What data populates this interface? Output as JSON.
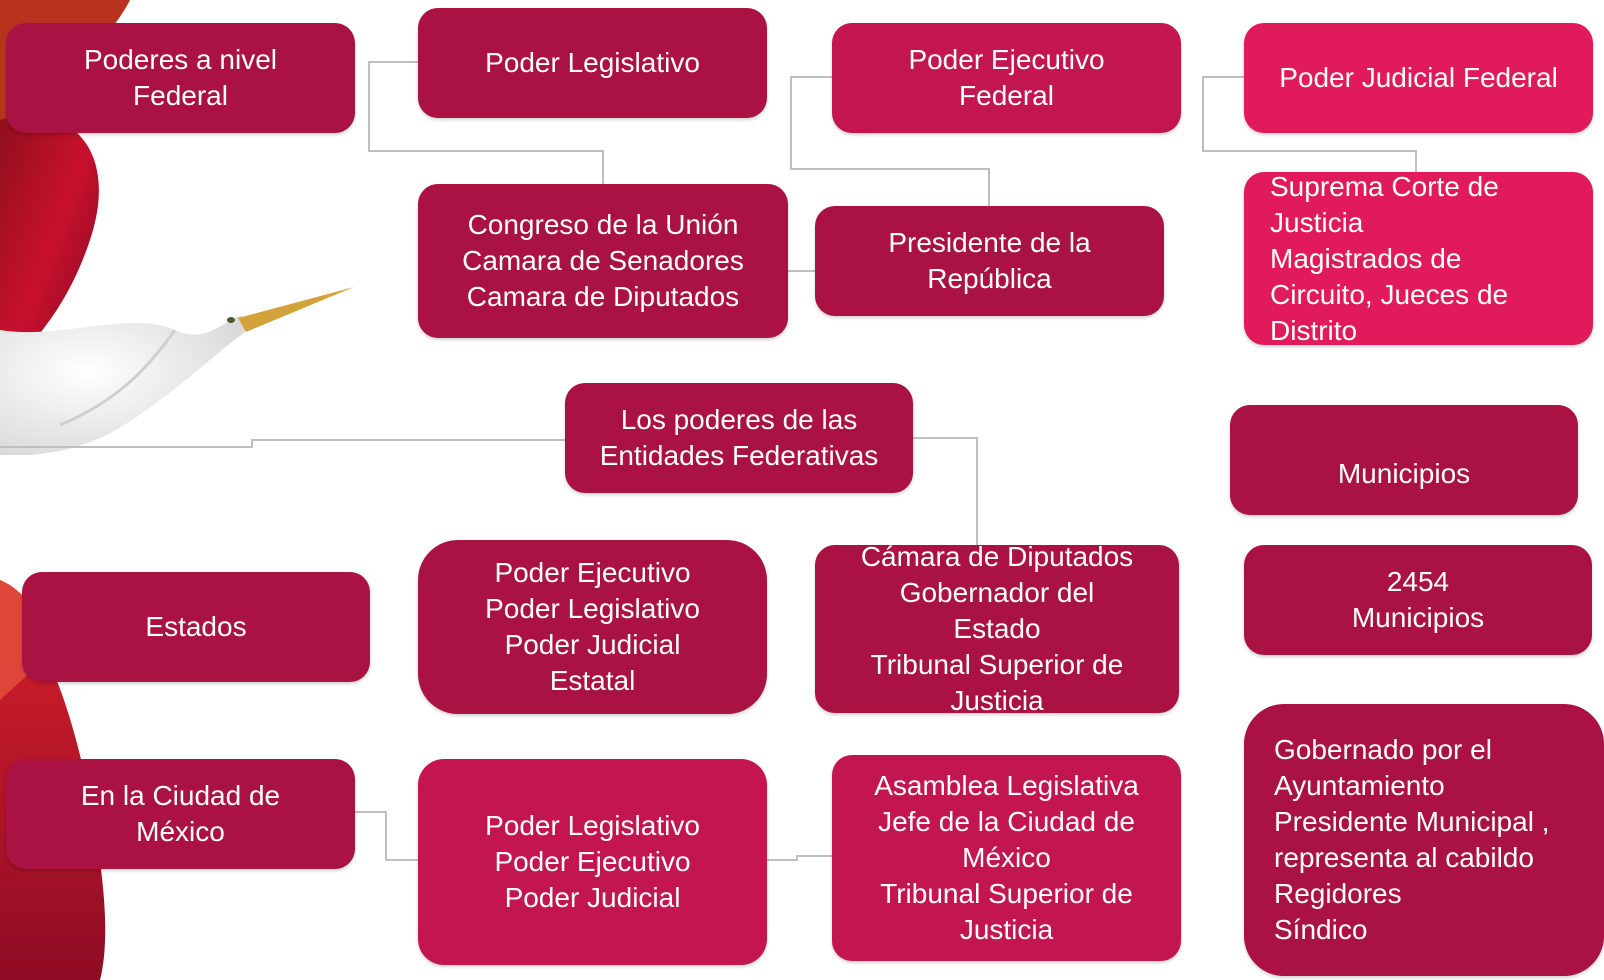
{
  "colors": {
    "box_dark": "#a91243",
    "box_mid": "#c31550",
    "box_pink": "#e11b5b",
    "connector": "#bfbfbf"
  },
  "decorations": [
    "red-curve-background",
    "white-egret-bird-image"
  ],
  "federal": {
    "title": "Poderes a nivel\nFederal",
    "legislativo": "Poder Legislativo",
    "ejecutivo": "Poder Ejecutivo\nFederal",
    "judicial": "Poder Judicial Federal",
    "congreso": "Congreso de la Unión\nCamara de Senadores\nCamara de Diputados",
    "presidente": "Presidente de la\nRepública",
    "suprema_corte": "Suprema Corte de\nJusticia\nMagistrados de\nCircuito, Jueces de\nDistrito"
  },
  "entidades": {
    "title": "Los poderes de las\nEntidades Federativas"
  },
  "estados": {
    "title": "Estados",
    "poderes": "Poder Ejecutivo\nPoder Legislativo\nPoder Judicial\nEstatal",
    "organos": "Cámara de Diputados\nGobernador del\nEstado\nTribunal Superior de\nJusticia"
  },
  "cdmx": {
    "title": "En la Ciudad de\nMéxico",
    "poderes": "Poder Legislativo\nPoder Ejecutivo\nPoder Judicial\n",
    "organos": "Asamblea Legislativa\nJefe de la Ciudad de\nMéxico\nTribunal Superior de\nJusticia"
  },
  "municipios": {
    "title": "Municipios",
    "count": "2454\nMunicipios",
    "gobierno": "Gobernado por el\nAyuntamiento\nPresidente Municipal ,\nrepresenta al cabildo\nRegidores\nSíndico"
  }
}
